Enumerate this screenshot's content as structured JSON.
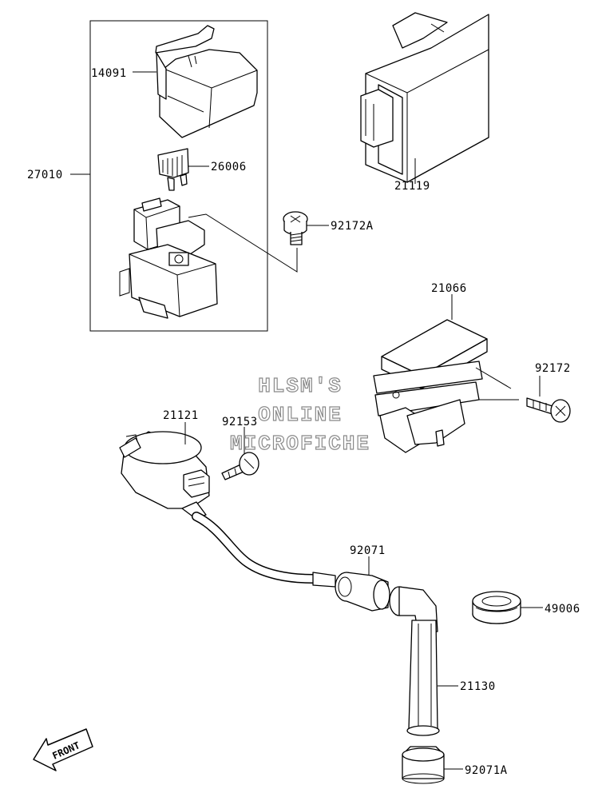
{
  "watermark": {
    "line1": "HLSM'S",
    "line2": "ONLINE",
    "line3": "MICROFICHE"
  },
  "front_arrow": {
    "label": "FRONT"
  },
  "parts": {
    "p14091": "14091",
    "p27010": "27010",
    "p26006": "26006",
    "p92172A": "92172A",
    "p21119": "21119",
    "p21066": "21066",
    "p92172": "92172",
    "p21121": "21121",
    "p92153": "92153",
    "p92071": "92071",
    "p49006": "49006",
    "p21130": "21130",
    "p92071A": "92071A"
  }
}
